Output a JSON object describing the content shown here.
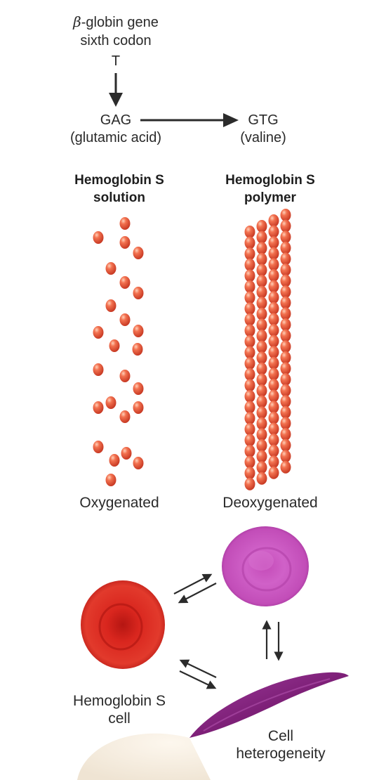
{
  "gene": {
    "title_line1_symbol": "β",
    "title_line1_rest": "-globin gene",
    "title_line2": "sixth codon",
    "base": "T"
  },
  "mutation": {
    "from_codon": "GAG",
    "from_aa": "(glutamic acid)",
    "to_codon": "GTG",
    "to_aa": "(valine)"
  },
  "states": {
    "solution_title_1": "Hemoglobin S",
    "solution_title_2": "solution",
    "polymer_title_1": "Hemoglobin S",
    "polymer_title_2": "polymer",
    "oxygenated": "Oxygenated",
    "deoxygenated": "Deoxygenated"
  },
  "cells": {
    "normal_label_1": "Hemoglobin S",
    "normal_label_2": "cell",
    "sickle_label_1": "Cell",
    "sickle_label_2": "heterogeneity"
  },
  "colors": {
    "molecule": "#ea5b3c",
    "normal_cell": "#d8241d",
    "deoxy_cell": "#c94fc0",
    "sickle_cell": "#8e2a8a",
    "arrow": "#2b2b2b"
  }
}
